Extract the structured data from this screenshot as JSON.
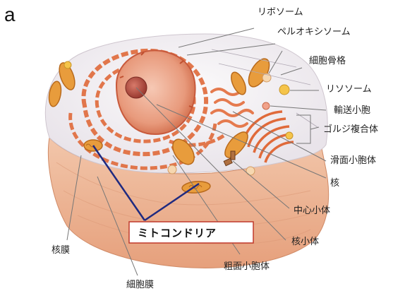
{
  "panel_letter": "a",
  "labels": {
    "ribosome": "リボソーム",
    "peroxisome": "ペルオキシソーム",
    "cytoskeleton": "細胞骨格",
    "lysosome": "リソソーム",
    "transport_vesicle": "輸送小胞",
    "golgi": "ゴルジ複合体",
    "smooth_er": "滑面小胞体",
    "nucleus": "核",
    "centrosome": "中心小体",
    "nucleolus": "核小体",
    "rough_er": "粗面小胞体",
    "nuclear_envelope": "核膜",
    "cell_membrane": "細胞膜",
    "mitochondria": "ミトコンドリア"
  },
  "colors": {
    "cytoplasm_top": "#f4f2f4",
    "cell_body": "#efbc9f",
    "cell_body_dark": "#d98b66",
    "nucleus": "#e8a58a",
    "er": "#e06a3a",
    "mitochondria": "#e89c3c",
    "mito_line": "#1f2a80",
    "box_border": "#c0392b"
  }
}
